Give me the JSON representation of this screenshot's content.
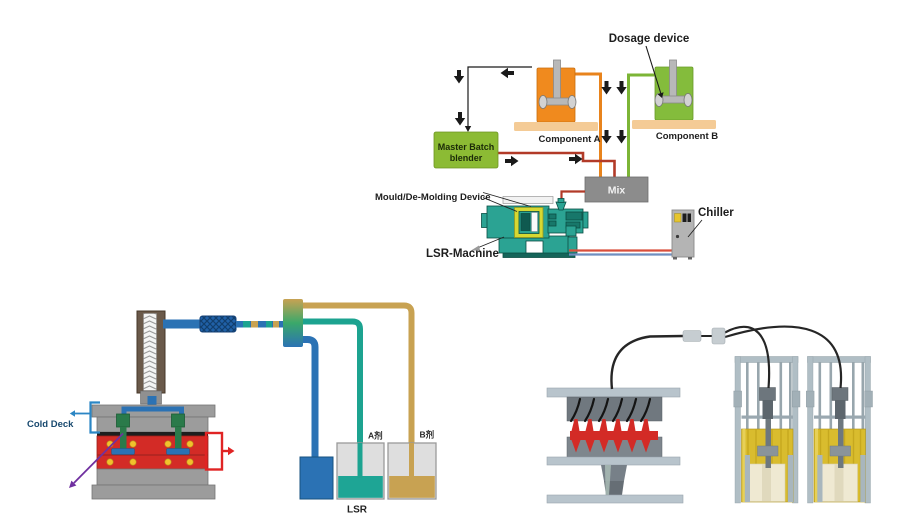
{
  "flow_diagram": {
    "dosage_device_label": "Dosage device",
    "component_a_label": "Component A",
    "component_b_label": "Component B",
    "blender_label_line1": "Master Batch",
    "blender_label_line2": "blender",
    "mix_label": "Mix",
    "mould_device_label": "Mould/De-Molding Device",
    "machine_label": "LSR-Machine",
    "chiller_label": "Chiller"
  },
  "cold_deck_diagram": {
    "cold_deck_label": "Cold Deck",
    "tank_a_label": "A剂",
    "tank_b_label": "B剂",
    "lsr_label": "LSR"
  },
  "colors": {
    "component_a_orange": "#F08A1E",
    "component_b_green": "#84BC3C",
    "blender_green": "#8CBB34",
    "platform_tan": "#F4CB96",
    "mix_gray": "#8C8C8C",
    "machine_teal": "#2BA393",
    "chiller_gray": "#B4B4B4",
    "pipe_red": "#B23A28",
    "pipe_orange": "#E8831C",
    "pipe_green": "#7CB536",
    "pipe_blue": "#2B72B4",
    "pipe_teal": "#1CA390",
    "pipe_tan": "#C8A252",
    "coolant_red": "#D94F3C",
    "coolant_blue": "#6F8FC0",
    "hot_mold_red": "#D32B26",
    "heater_dot_yellow": "#F2C12C",
    "valve_green": "#2A7A4A",
    "tank_gray": "#DEDEDE",
    "lsr_tank_blue": "#2B72B4",
    "liquid_teal": "#1EA595",
    "liquid_tan": "#C8A252",
    "cold_deck_blue": "#2B86C4",
    "cold_deck_text": "#17486E",
    "purple_arrow": "#7030A0",
    "nozzle_red": "#D32B26",
    "plate_gray": "#B8C4CC",
    "barrel_yellow": "#D9BC2E",
    "extruder_brown": "#6A594A"
  }
}
